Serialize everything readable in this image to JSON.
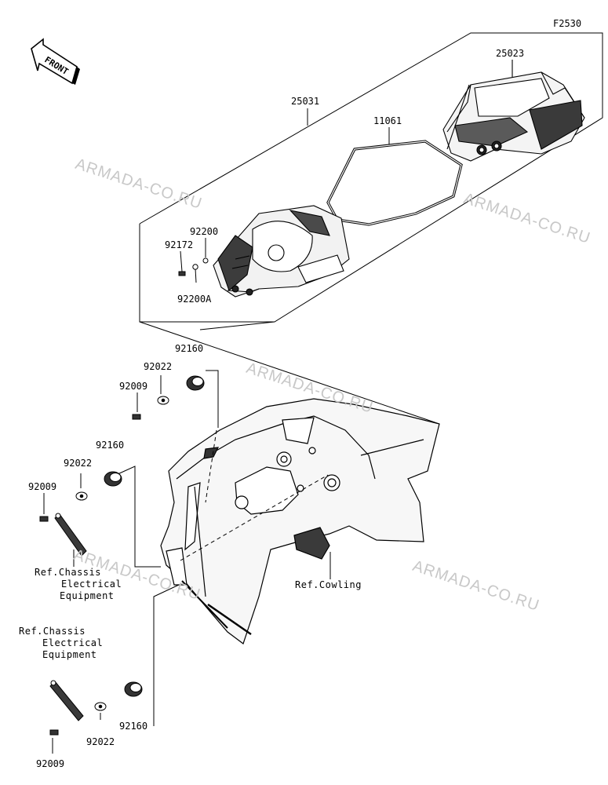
{
  "figure_code": "F2530",
  "watermark": "ARMADA-CO.RU",
  "front_label": "FRONT",
  "parts": {
    "p25023": "25023",
    "p25031": "25031",
    "p11061": "11061",
    "p92200": "92200",
    "p92172": "92172",
    "p92200A": "92200A",
    "p92160_a": "92160",
    "p92022_a": "92022",
    "p92009_a": "92009",
    "p92160_b": "92160",
    "p92022_b": "92022",
    "p92009_b": "92009",
    "p92160_c": "92160",
    "p92022_c": "92022",
    "p92009_c": "92009"
  },
  "refs": {
    "chassis_upper": [
      "Ref.Chassis",
      "Electrical",
      "Equipment"
    ],
    "chassis_lower": [
      "Ref.Chassis",
      "Electrical",
      "Equipment"
    ],
    "cowling": "Ref.Cowling"
  }
}
